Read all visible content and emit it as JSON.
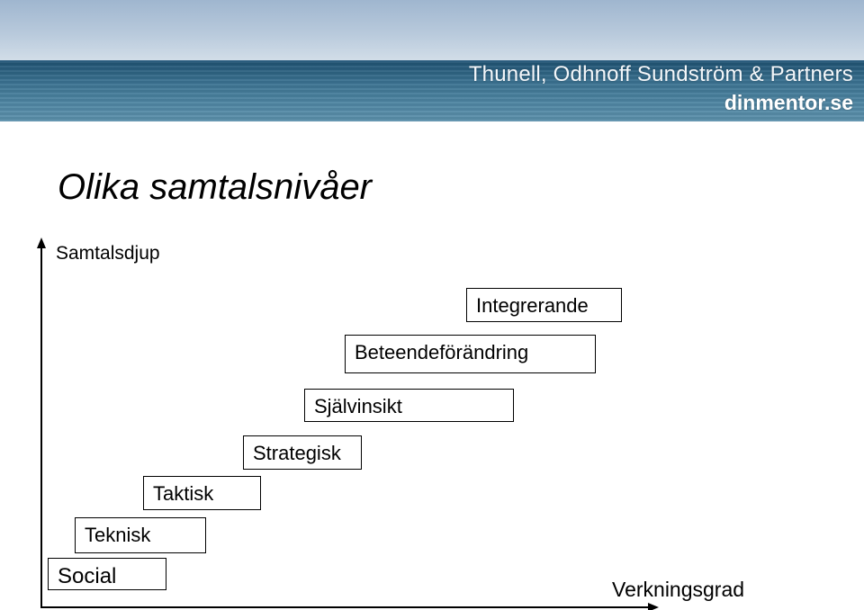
{
  "header": {
    "company": "Thunell, Odhnoff Sundström & Partners",
    "website": "dinmentor.se"
  },
  "title": "Olika samtalsnivåer",
  "axes": {
    "y_label": "Samtalsdjup",
    "x_label": "Verkningsgrad"
  },
  "levels": [
    {
      "label": "Social"
    },
    {
      "label": "Teknisk"
    },
    {
      "label": "Taktisk"
    },
    {
      "label": "Strategisk"
    },
    {
      "label": "Självinsikt"
    },
    {
      "label": "Beteendeförändring"
    },
    {
      "label": "Integrerande"
    }
  ]
}
